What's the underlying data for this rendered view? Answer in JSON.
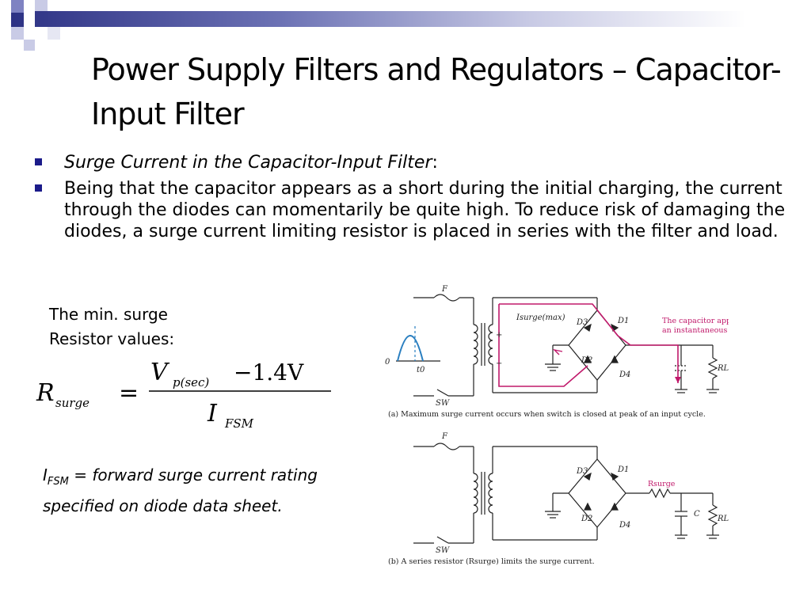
{
  "slide": {
    "title": "Power Supply Filters and Regulators – Capacitor-Input Filter",
    "bullets": [
      {
        "italic": "Surge Current in the Capacitor-Input Filter",
        "rest": ":"
      },
      {
        "italic": "",
        "rest": "Being that the capacitor appears as a short during the initial charging, the current through the diodes can momentarily be quite high. To reduce risk of damaging the diodes, a surge current limiting resistor is placed in series with the filter and load."
      }
    ],
    "min_label_line1": "The min. surge",
    "min_label_line2": "Resistor values:",
    "formula": {
      "lhs_R": "R",
      "lhs_sub": "surge",
      "equals": "=",
      "num_V": "V",
      "num_sub": "p(sec)",
      "num_rest": "−1.4V",
      "den_I": "I",
      "den_sub": "FSM"
    },
    "ifsm_note": {
      "I": "I",
      "sub": "FSM",
      "text": " = forward surge current rating specified on diode data sheet."
    }
  },
  "figure": {
    "labels": {
      "F": "F",
      "SW": "SW",
      "D1": "D1",
      "D2": "D2",
      "D3": "D3",
      "D4": "D4",
      "RL": "RL",
      "C": "C",
      "Isurge": "Isurge(max)",
      "Rsurge": "Rsurge",
      "zero": "0",
      "t0": "t0",
      "plus": "+",
      "minus": "−"
    },
    "note_line1": "The capacitor appears as",
    "note_line2": "an instantaneous short.",
    "caption_a": "(a) Maximum surge current occurs when switch is closed at peak of an input cycle.",
    "caption_b": "(b) A series resistor (Rsurge) limits the surge current."
  },
  "colors": {
    "accent_blue": "#1b1b8a",
    "surge_path": "#c0186a",
    "wave": "#2a7fc0"
  }
}
